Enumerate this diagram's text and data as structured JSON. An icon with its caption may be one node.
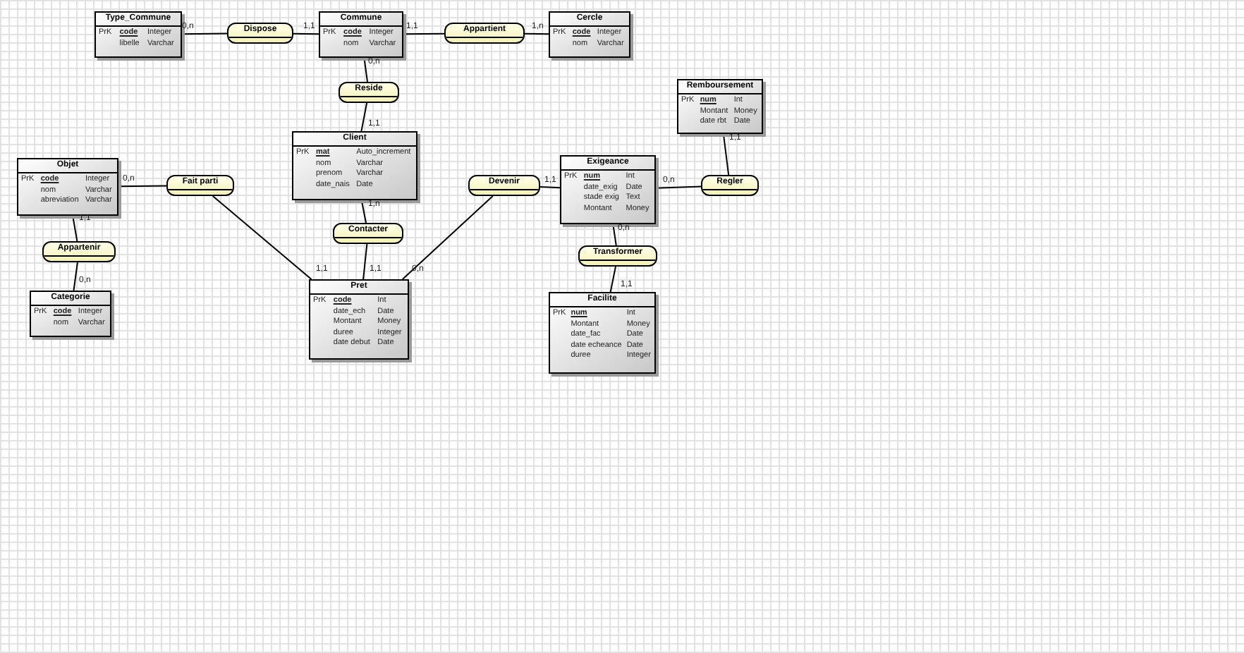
{
  "diagram": {
    "nodes": [
      {
        "text": [
          "Type_Commune",
          "PrK",
          "code",
          "Integer",
          "libelle",
          "Varchar"
        ]
      },
      {
        "text": [
          "Dispose"
        ]
      },
      {
        "text": [
          "Commune",
          "PrK",
          "code",
          "Integer",
          "nom",
          "Varchar"
        ]
      },
      {
        "text": [
          "Appartient"
        ]
      },
      {
        "text": [
          "Cercle",
          "PrK",
          "code",
          "Integer",
          "nom",
          "Varchar"
        ]
      },
      {
        "text": [
          "Reside"
        ]
      },
      {
        "text": [
          "Client",
          "PrK",
          "mat",
          "Auto_increment",
          "nom",
          "Varchar",
          "prenom",
          "Varchar",
          "date_nais",
          "Date"
        ]
      },
      {
        "text": [
          "Objet",
          "PrK",
          "code",
          "Integer",
          "nom",
          "Varchar",
          "abreviation",
          "Varchar"
        ]
      },
      {
        "text": [
          "Fait parti"
        ]
      },
      {
        "text": [
          "Appartenir"
        ]
      },
      {
        "text": [
          "Categorie",
          "PrK",
          "code",
          "Integer",
          "nom",
          "Varchar"
        ]
      },
      {
        "text": [
          "Contacter"
        ]
      },
      {
        "text": [
          "Pret",
          "PrK",
          "code",
          "Int",
          "date_ech",
          "Date",
          "Montant",
          "Money",
          "duree",
          "Integer",
          "date debut",
          "Date"
        ]
      },
      {
        "text": [
          "Devenir"
        ]
      },
      {
        "text": [
          "Exigeance",
          "PrK",
          "num",
          "Int",
          "date_exig",
          "Date",
          "stade exig",
          "Text",
          "Montant",
          "Money"
        ]
      },
      {
        "text": [
          "Regler"
        ]
      },
      {
        "text": [
          "Remboursement",
          "PrK",
          "num",
          "Int",
          "Montant",
          "Money",
          "date rbt",
          "Date"
        ]
      },
      {
        "text": [
          "Transformer"
        ]
      },
      {
        "text": [
          "Facilite",
          "PrK",
          "num",
          "Int",
          "Montant",
          "Money",
          "date_fac",
          "Date",
          "date echeance",
          "Date",
          "duree",
          "Integer"
        ]
      }
    ],
    "edges": [
      {
        "from": 1,
        "to": 0,
        "arrow": "none",
        "label": "0,n"
      },
      {
        "from": 1,
        "to": 2,
        "arrow": "none",
        "label": "1,1"
      },
      {
        "from": 3,
        "to": 2,
        "arrow": "none",
        "label": "1,1"
      },
      {
        "from": 3,
        "to": 4,
        "arrow": "none",
        "label": "1,n"
      },
      {
        "from": 5,
        "to": 2,
        "arrow": "none",
        "label": "0,n"
      },
      {
        "from": 5,
        "to": 6,
        "arrow": "none",
        "label": "1,1"
      },
      {
        "from": 8,
        "to": 7,
        "arrow": "none",
        "label": "0,n"
      },
      {
        "from": 8,
        "to": 12,
        "arrow": "none",
        "label": "1,1"
      },
      {
        "from": 9,
        "to": 7,
        "arrow": "none",
        "label": "1,1"
      },
      {
        "from": 9,
        "to": 10,
        "arrow": "none",
        "label": "0,n"
      },
      {
        "from": 11,
        "to": 6,
        "arrow": "none",
        "label": "1,n"
      },
      {
        "from": 11,
        "to": 12,
        "arrow": "none",
        "label": "1,1"
      },
      {
        "from": 13,
        "to": 12,
        "arrow": "none",
        "label": "0,n"
      },
      {
        "from": 13,
        "to": 14,
        "arrow": "none",
        "label": "1,1"
      },
      {
        "from": 15,
        "to": 14,
        "arrow": "none",
        "label": "0,n"
      },
      {
        "from": 15,
        "to": 16,
        "arrow": "none",
        "label": "1,1"
      },
      {
        "from": 17,
        "to": 14,
        "arrow": "none",
        "label": "0,n"
      },
      {
        "from": 17,
        "to": 18,
        "arrow": "none",
        "label": "1,1"
      }
    ]
  }
}
